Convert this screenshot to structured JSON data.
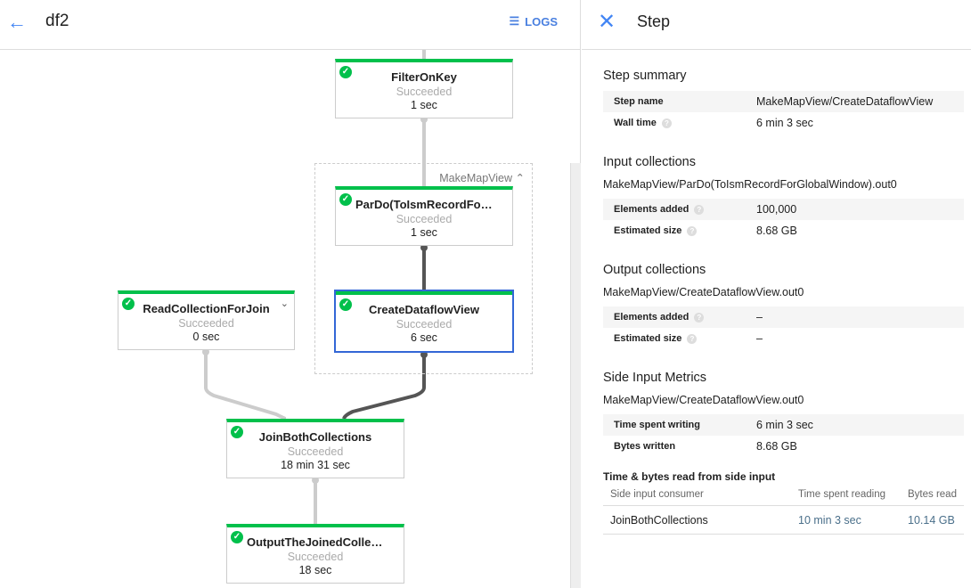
{
  "header": {
    "title": "df2",
    "logs_label": "LOGS"
  },
  "graph": {
    "group_label": "MakeMapView",
    "nodes": [
      {
        "name": "FilterOnKey",
        "status": "Succeeded",
        "time": "1 sec"
      },
      {
        "name": "ParDo(ToIsmRecordFor...",
        "status": "Succeeded",
        "time": "1 sec"
      },
      {
        "name": "CreateDataflowView",
        "status": "Succeeded",
        "time": "6 sec"
      },
      {
        "name": "ReadCollectionForJoin",
        "status": "Succeeded",
        "time": "0 sec"
      },
      {
        "name": "JoinBothCollections",
        "status": "Succeeded",
        "time": "18 min 31 sec"
      },
      {
        "name": "OutputTheJoinedCollec...",
        "status": "Succeeded",
        "time": "18 sec"
      }
    ]
  },
  "panel": {
    "title": "Step",
    "summary": {
      "heading": "Step summary",
      "rows": [
        {
          "k": "Step name",
          "v": "MakeMapView/CreateDataflowView"
        },
        {
          "k": "Wall time",
          "v": "6 min 3 sec"
        }
      ]
    },
    "input": {
      "heading": "Input collections",
      "collection": "MakeMapView/ParDo(ToIsmRecordForGlobalWindow).out0",
      "rows": [
        {
          "k": "Elements added",
          "v": "100,000"
        },
        {
          "k": "Estimated size",
          "v": "8.68 GB"
        }
      ]
    },
    "output": {
      "heading": "Output collections",
      "collection": "MakeMapView/CreateDataflowView.out0",
      "rows": [
        {
          "k": "Elements added",
          "v": "–"
        },
        {
          "k": "Estimated size",
          "v": "–"
        }
      ]
    },
    "side": {
      "heading": "Side Input Metrics",
      "collection": "MakeMapView/CreateDataflowView.out0",
      "rows": [
        {
          "k": "Time spent writing",
          "v": "6 min 3 sec"
        },
        {
          "k": "Bytes written",
          "v": "8.68 GB"
        }
      ]
    },
    "read": {
      "heading": "Time & bytes read from side input",
      "columns": [
        "Side input consumer",
        "Time spent reading",
        "Bytes read"
      ],
      "rows": [
        [
          "JoinBothCollections",
          "10 min 3 sec",
          "10.14 GB"
        ]
      ]
    }
  },
  "colors": {
    "success": "#00c04b",
    "accent": "#4285f4",
    "selected": "#3367d6"
  }
}
